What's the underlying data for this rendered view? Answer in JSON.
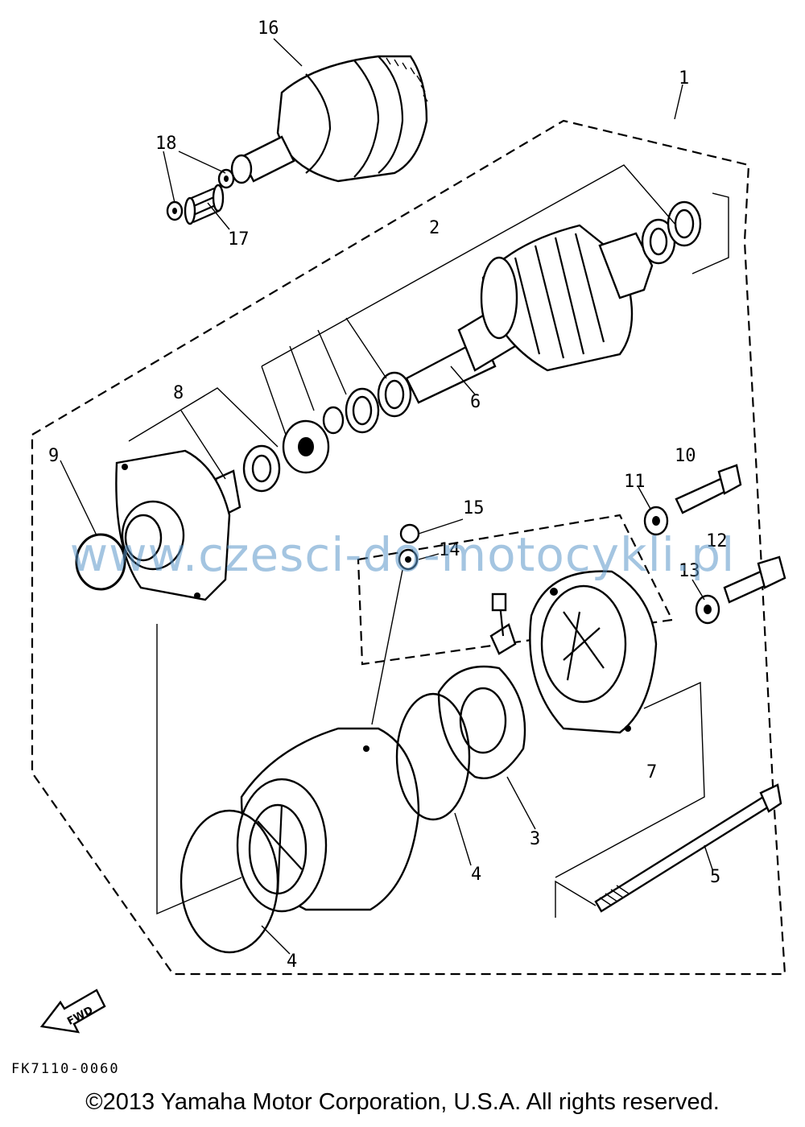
{
  "callouts": [
    "16",
    "1",
    "18",
    "17",
    "2",
    "8",
    "6",
    "9",
    "10",
    "11",
    "15",
    "12",
    "14",
    "13",
    "7",
    "3",
    "4",
    "4",
    "5"
  ],
  "fwd_label": "FWD",
  "drawing_number": "FK7110-0060",
  "watermark": "www.czesci-do-motocykli.pl",
  "copyright": "©2013 Yamaha Motor Corporation, U.S.A. All rights reserved.",
  "watermark_color": "#5a96c8"
}
